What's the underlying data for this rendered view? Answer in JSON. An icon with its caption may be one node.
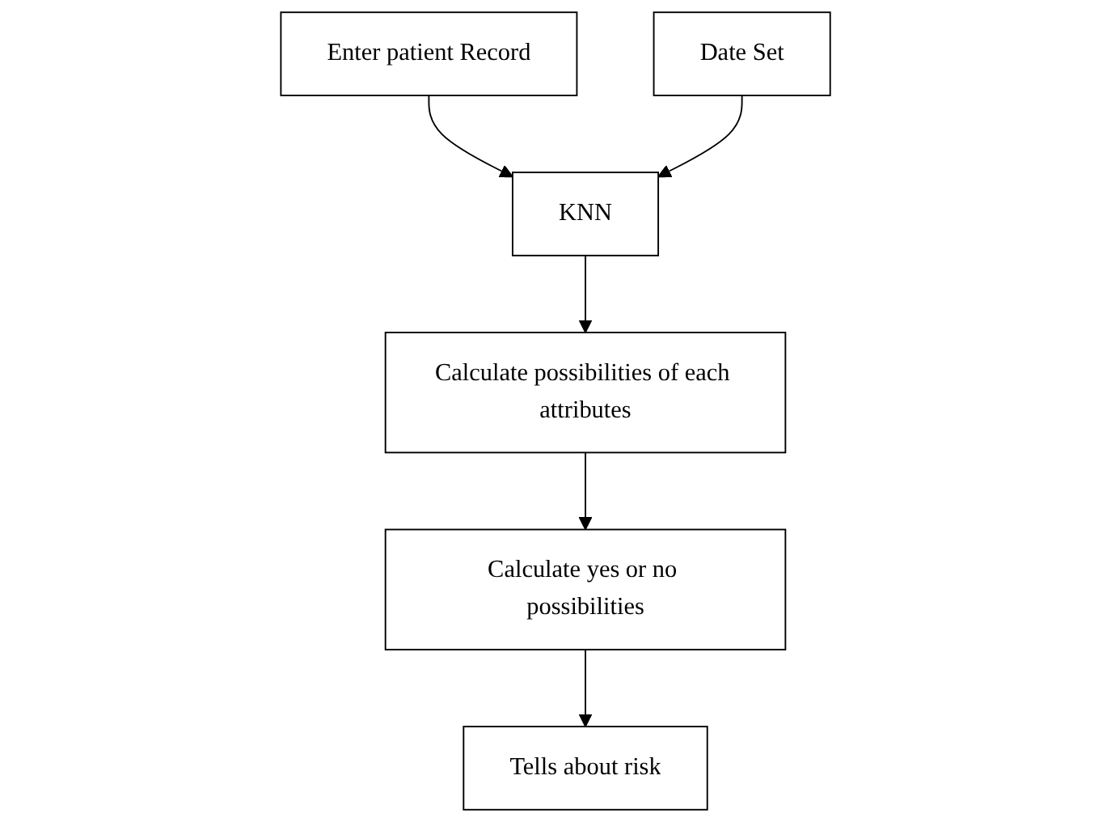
{
  "diagram": {
    "nodes": [
      {
        "text": [
          "Enter patient Record"
        ]
      },
      {
        "text": [
          "Date Set"
        ]
      },
      {
        "text": [
          "KNN"
        ]
      },
      {
        "text": [
          "Calculate possibilities of each attributes"
        ]
      },
      {
        "text": [
          "Calculate yes or no possibilities"
        ]
      },
      {
        "text": [
          "Tells about risk"
        ]
      }
    ],
    "edges": [
      {
        "from": 0,
        "to": 2,
        "arrow": "to"
      },
      {
        "from": 1,
        "to": 2,
        "arrow": "to"
      },
      {
        "from": 2,
        "to": 3,
        "arrow": "to"
      },
      {
        "from": 3,
        "to": 4,
        "arrow": "to"
      },
      {
        "from": 4,
        "to": 5,
        "arrow": "to"
      }
    ]
  }
}
